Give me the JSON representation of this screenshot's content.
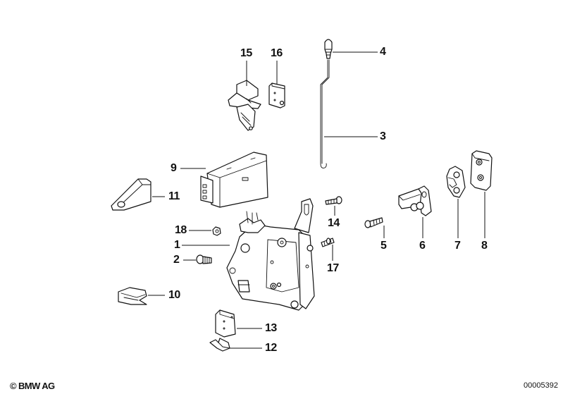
{
  "diagram": {
    "title": "Door lock assembly exploded view",
    "copyright": "© BMW AG",
    "diagram_number": "00005392",
    "callouts": [
      {
        "id": "1",
        "part": "door-lock-mechanism"
      },
      {
        "id": "2",
        "part": "screw"
      },
      {
        "id": "3",
        "part": "lock-rod"
      },
      {
        "id": "4",
        "part": "lock-button-knob"
      },
      {
        "id": "5",
        "part": "screw"
      },
      {
        "id": "6",
        "part": "striker-bracket"
      },
      {
        "id": "7",
        "part": "shim-plate"
      },
      {
        "id": "8",
        "part": "backing-plate"
      },
      {
        "id": "9",
        "part": "actuator-module"
      },
      {
        "id": "10",
        "part": "clip"
      },
      {
        "id": "11",
        "part": "cover-cap"
      },
      {
        "id": "12",
        "part": "clamp"
      },
      {
        "id": "13",
        "part": "bracket-block"
      },
      {
        "id": "14",
        "part": "screw"
      },
      {
        "id": "15",
        "part": "micro-switch"
      },
      {
        "id": "16",
        "part": "switch-block"
      },
      {
        "id": "17",
        "part": "bolt"
      },
      {
        "id": "18",
        "part": "nut"
      }
    ]
  }
}
